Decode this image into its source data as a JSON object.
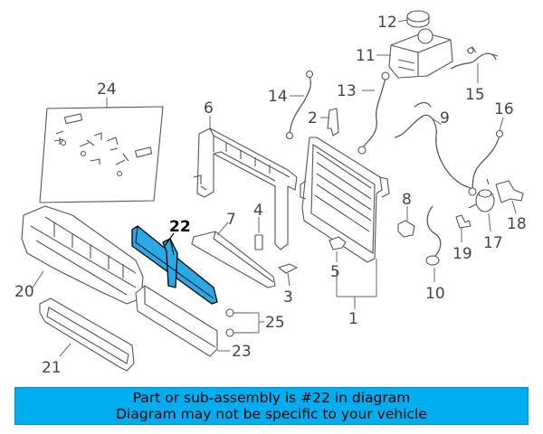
{
  "callouts": {
    "c1": "1",
    "c2": "2",
    "c3": "3",
    "c4": "4",
    "c5": "5",
    "c6": "6",
    "c7": "7",
    "c8": "8",
    "c9": "9",
    "c10": "10",
    "c11": "11",
    "c12": "12",
    "c13": "13",
    "c14": "14",
    "c15": "15",
    "c16": "16",
    "c17": "17",
    "c18": "18",
    "c19": "19",
    "c20": "20",
    "c21": "21",
    "c22": "22",
    "c23": "23",
    "c24": "24",
    "c25": "25"
  },
  "highlighted_part": "22",
  "colors": {
    "highlight": "#29a9e6",
    "banner": "#00aeef"
  },
  "banner": {
    "line1": "Part or sub-assembly is #22 in diagram",
    "line2": "Diagram may not be specific to your vehicle"
  }
}
